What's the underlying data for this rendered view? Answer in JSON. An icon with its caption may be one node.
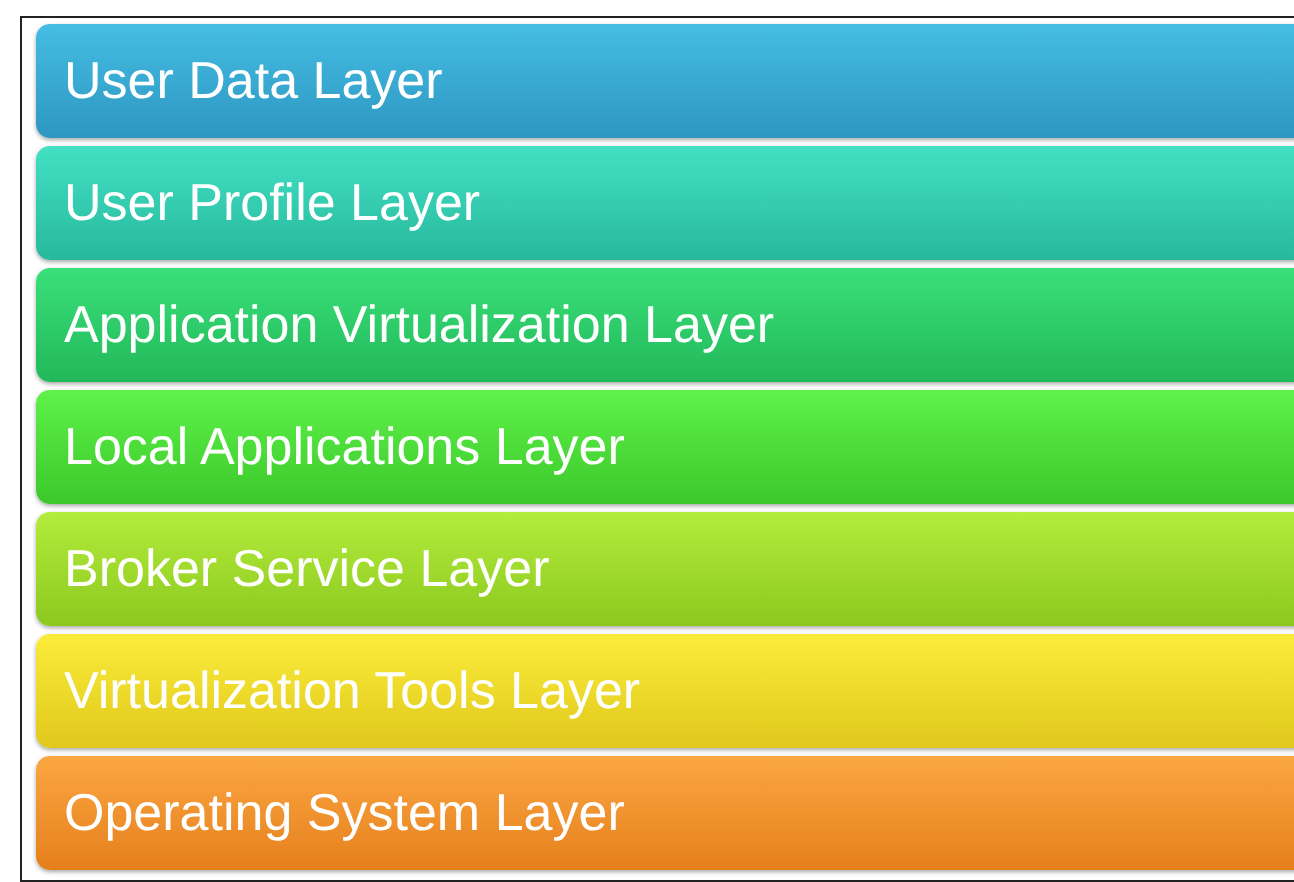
{
  "diagram": {
    "nodes": [
      {
        "text": [
          "User Data Layer"
        ]
      },
      {
        "text": [
          "User Profile Layer"
        ]
      },
      {
        "text": [
          "Application Virtualization Layer"
        ]
      },
      {
        "text": [
          "Local Applications Layer"
        ]
      },
      {
        "text": [
          "Broker Service Layer"
        ]
      },
      {
        "text": [
          "Virtualization Tools Layer"
        ]
      },
      {
        "text": [
          "Operating System Layer"
        ]
      }
    ],
    "edges": []
  }
}
